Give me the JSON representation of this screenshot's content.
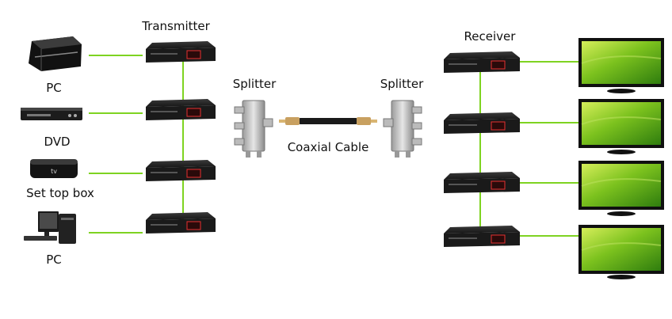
{
  "labels": {
    "transmitter": "Transmitter",
    "receiver": "Receiver",
    "splitter_left": "Splitter",
    "splitter_right": "Splitter",
    "cable": "Coaxial Cable"
  },
  "sources": [
    {
      "label": "PC",
      "icon": "game-console-icon"
    },
    {
      "label": "DVD",
      "icon": "dvd-player-icon"
    },
    {
      "label": "Set top box",
      "icon": "set-top-box-icon"
    },
    {
      "label": "PC",
      "icon": "desktop-pc-icon"
    }
  ],
  "colors": {
    "link": "#7ed321",
    "device": "#1f1f1f",
    "display_red": "#e53030"
  }
}
